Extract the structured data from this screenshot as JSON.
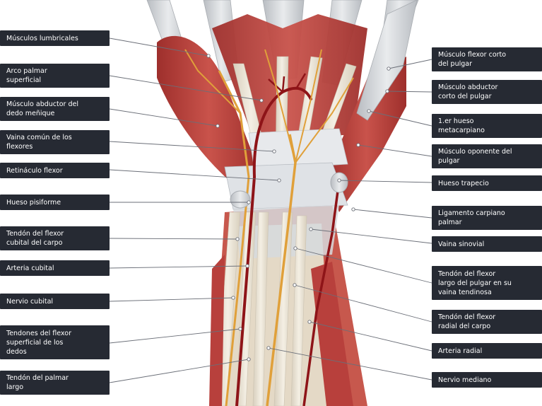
{
  "labels_left": [
    {
      "id": "musculos-lumbricales",
      "text": "Músculos lumbricales"
    },
    {
      "id": "arco-palmar-superficial",
      "text": "Arco palmar\nsuperficial"
    },
    {
      "id": "abductor-dedo-menique",
      "text": "Músculo abductor del\ndedo meñique"
    },
    {
      "id": "vaina-comun-flexores",
      "text": "Vaina común de los\nflexores"
    },
    {
      "id": "retinaculo-flexor",
      "text": "Retináculo flexor"
    },
    {
      "id": "hueso-pisiforme",
      "text": "Hueso pisiforme"
    },
    {
      "id": "tendon-flexor-cubital",
      "text": "Tendón del flexor\ncubital del carpo"
    },
    {
      "id": "arteria-cubital",
      "text": "Arteria cubital"
    },
    {
      "id": "nervio-cubital",
      "text": "Nervio cubital"
    },
    {
      "id": "tendones-flexor-superficial",
      "text": "Tendones del flexor\nsuperficial de los\ndedos"
    },
    {
      "id": "tendon-palmar-largo",
      "text": "Tendón del palmar\nlargo"
    }
  ],
  "labels_right": [
    {
      "id": "flexor-corto-pulgar",
      "text": "Músculo flexor corto\ndel pulgar"
    },
    {
      "id": "abductor-corto-pulgar",
      "text": "Músculo abductor\ncorto del pulgar"
    },
    {
      "id": "primer-metacarpiano",
      "text": "1.er hueso\nmetacarpiano"
    },
    {
      "id": "oponente-pulgar",
      "text": "Músculo oponente del\npulgar"
    },
    {
      "id": "hueso-trapecio",
      "text": "Hueso trapecio"
    },
    {
      "id": "ligamento-carpiano-palmar",
      "text": "Ligamento carpiano\npalmar"
    },
    {
      "id": "vaina-sinovial",
      "text": "Vaina sinovial"
    },
    {
      "id": "tendon-flexor-largo-pulgar",
      "text": "Tendón del flexor\nlargo del pulgar en su\nvaina tendinosa"
    },
    {
      "id": "tendon-flexor-radial",
      "text": "Tendón del flexor\nradial del carpo"
    },
    {
      "id": "arteria-radial",
      "text": "Arteria radial"
    },
    {
      "id": "nervio-mediano",
      "text": "Nervio mediano"
    }
  ],
  "colors": {
    "label_bg": "#262a33",
    "label_text": "#ffffff",
    "leader_line": "#6b6f78",
    "muscle": "#b8403c",
    "muscle_light": "#d2645a",
    "tendon": "#ece5d6",
    "bone": "#d9dcdf",
    "ligament": "#e6e8ea",
    "artery": "#8e1418",
    "nerve": "#e0a03a"
  }
}
